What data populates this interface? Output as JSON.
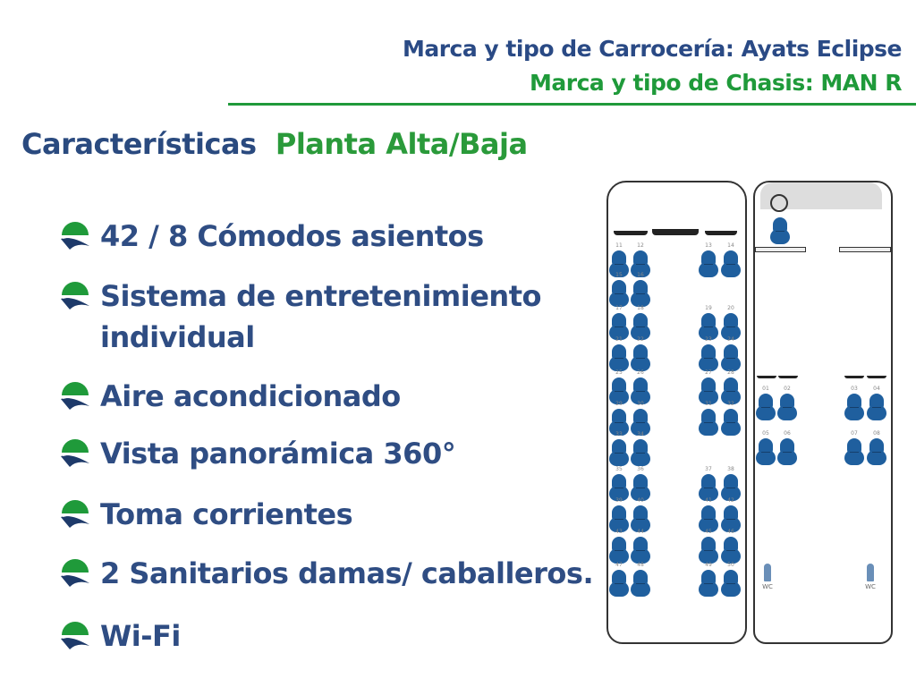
{
  "header": {
    "line1": "Marca y tipo de Carrocería: Ayats Eclipse",
    "line2": "Marca y tipo de Chasis: MAN R"
  },
  "title": {
    "main": "Características",
    "accent": "Planta Alta/Baja"
  },
  "features": [
    "42 / 8 Cómodos asientos",
    "Sistema de entretenimiento individual",
    "Aire  acondicionado",
    "Vista panorámica 360°",
    "Toma  corrientes",
    "2 Sanitarios  damas/ caballeros.",
    "Wi-Fi"
  ],
  "colors": {
    "blue": "#2f4d83",
    "green": "#1f9a3a",
    "seat": "#1f5f9e"
  },
  "upper_deck": {
    "rows": [
      {
        "left": [
          "11",
          "12"
        ],
        "right": [
          "13",
          "14"
        ]
      },
      {
        "left": [
          "15",
          "16"
        ],
        "right": null
      },
      {
        "left": [
          "17",
          "18"
        ],
        "right": [
          "19",
          "20"
        ]
      },
      {
        "left": [
          "21",
          "22"
        ],
        "right": [
          "23",
          "24"
        ]
      },
      {
        "left": [
          "25",
          "26"
        ],
        "right": [
          "27",
          "28"
        ]
      },
      {
        "left": [
          "29",
          "30"
        ],
        "right": [
          "31",
          "32"
        ]
      },
      {
        "left": [
          "33",
          "34"
        ],
        "right": null
      },
      {
        "left": [
          "35",
          "36"
        ],
        "right": [
          "37",
          "38"
        ]
      },
      {
        "left": [
          "39",
          "40"
        ],
        "right": [
          "41",
          "42"
        ]
      },
      {
        "left": [
          "43",
          "44"
        ],
        "right": [
          "45",
          "46"
        ]
      },
      {
        "left": [
          "47",
          "48"
        ],
        "right": [
          "49",
          "50"
        ]
      }
    ]
  },
  "lower_deck": {
    "rows": [
      {
        "left": [
          "01",
          "02"
        ],
        "right": [
          "03",
          "04"
        ]
      },
      {
        "left": [
          "05",
          "06"
        ],
        "right": [
          "07",
          "08"
        ]
      }
    ],
    "wc_label": "WC"
  }
}
